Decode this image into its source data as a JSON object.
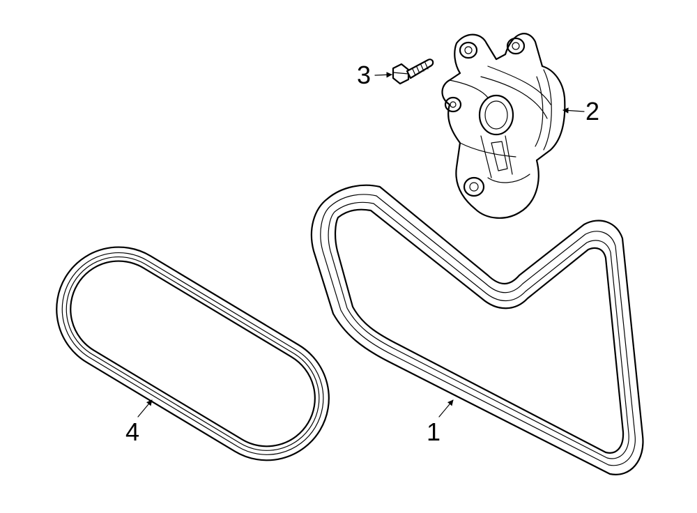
{
  "callouts": {
    "belt_main": "1",
    "tensioner": "2",
    "bolt": "3",
    "belt_secondary": "4"
  }
}
